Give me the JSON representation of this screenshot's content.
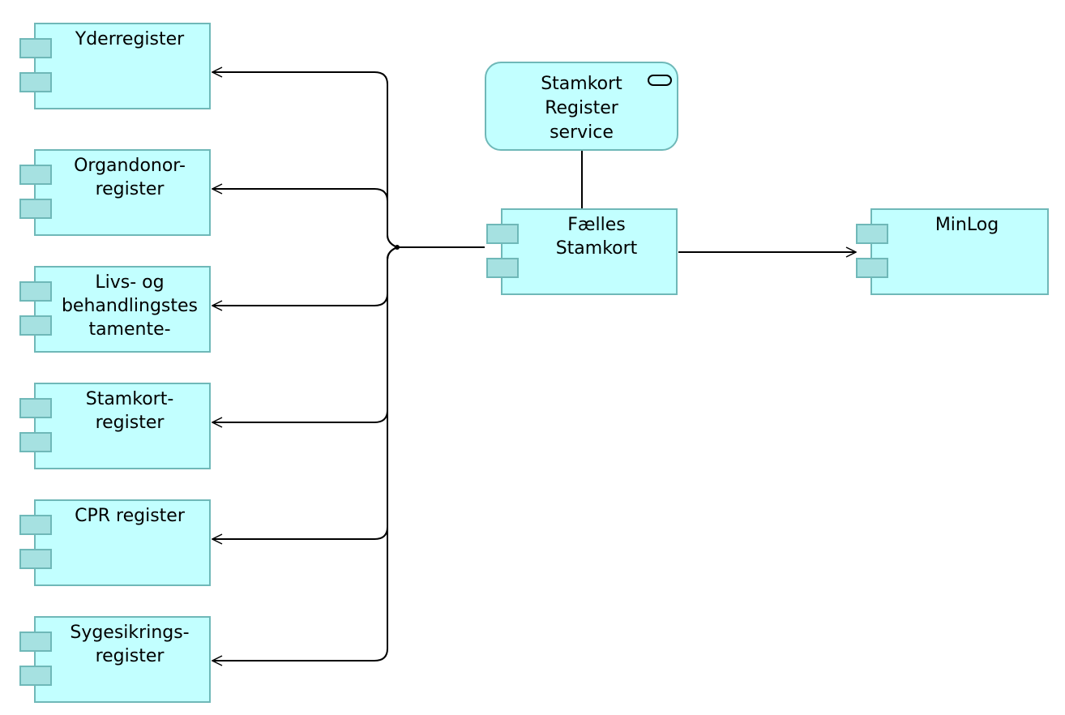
{
  "diagram": {
    "service": {
      "label": "Stamkort\nRegister\nservice",
      "icon": "service-icon"
    },
    "central_component": {
      "label": "Fælles\nStamkort"
    },
    "minlog_component": {
      "label": "MinLog"
    },
    "registers": [
      {
        "label": "Yderregister"
      },
      {
        "label": "Organdonor-\nregister"
      },
      {
        "label": "Livs- og\nbehandlingstes\ntamente-"
      },
      {
        "label": "Stamkort-\nregister"
      },
      {
        "label": "CPR register"
      },
      {
        "label": "Sygesikrings-\nregister"
      }
    ],
    "colors": {
      "component_fill": "#c2ffff",
      "component_border": "#6fb8b8",
      "tab_fill": "#a6e1e1",
      "line": "#000000"
    }
  }
}
